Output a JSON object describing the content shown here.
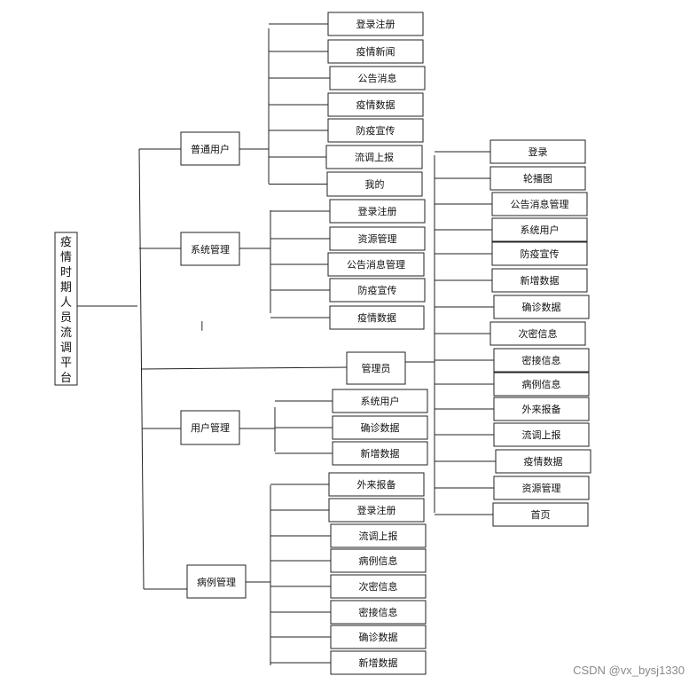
{
  "root": "疫情时期人员流调平台",
  "branches": {
    "user": {
      "label": "普通用户",
      "items": [
        "登录注册",
        "疫情新闻",
        "公告消息",
        "疫情数据",
        "防疫宣传",
        "流调上报",
        "我的"
      ]
    },
    "system": {
      "label": "系统管理",
      "items": [
        "登录注册",
        "资源管理",
        "公告消息管理",
        "防疫宣传",
        "疫情数据"
      ]
    },
    "admin": {
      "label": "管理员",
      "items": [
        "登录",
        "轮播图",
        "公告消息管理",
        "系统用户",
        "防疫宣传",
        "新增数据",
        "确诊数据",
        "次密信息",
        "密接信息",
        "病例信息",
        "外来报备",
        "流调上报",
        "疫情数据",
        "资源管理",
        "首页"
      ]
    },
    "usermgmt": {
      "label": "用户管理",
      "items": [
        "系统用户",
        "确诊数据",
        "新增数据"
      ]
    },
    "case": {
      "label": "病例管理",
      "items": [
        "外来报备",
        "登录注册",
        "流调上报",
        "病例信息",
        "次密信息",
        "密接信息",
        "确诊数据",
        "新增数据"
      ]
    }
  },
  "stray_mark": "|",
  "watermark": "CSDN @vx_bysj1330"
}
